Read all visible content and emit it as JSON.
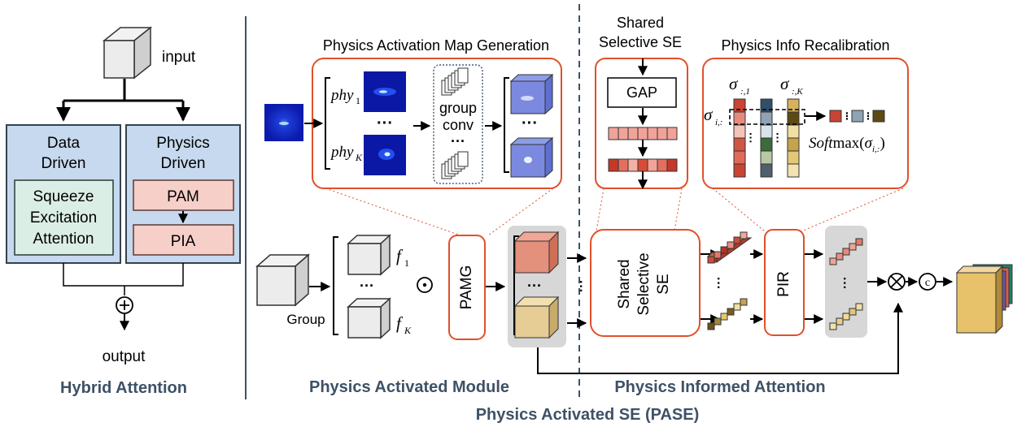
{
  "hybrid": {
    "input_label": "input",
    "data_driven_line1": "Data",
    "data_driven_line2": "Driven",
    "se_line1": "Squeeze",
    "se_line2": "Excitation",
    "se_line3": "Attention",
    "physics_driven_line1": "Physics",
    "physics_driven_line2": "Driven",
    "pam_label": "PAM",
    "pia_label": "PIA",
    "plus_symbol": "⊕",
    "output_label": "output",
    "title": "Hybrid Attention"
  },
  "pam_gen": {
    "title": "Physics Activation Map Generation",
    "phy_1": "phy",
    "phy_1_sub": "1",
    "phy_k": "phy",
    "phy_k_sub": "K",
    "dots": "···",
    "group_conv_line1": "group",
    "group_conv_line2": "conv",
    "conv_dots": "···"
  },
  "module": {
    "group_label": "Group",
    "f1": "f",
    "f1_sub": "1",
    "fk": "f",
    "fk_sub": "K",
    "vdots": "···",
    "odot": "⊙",
    "pamg_label": "PAMG",
    "title": "Physics Activated Module"
  },
  "se": {
    "title_line1": "Shared",
    "title_line2": "Selective SE",
    "gap_label": "GAP",
    "block_line1": "Shared",
    "block_line2": "Selective",
    "block_line3": "SE"
  },
  "pir": {
    "title": "Physics Info Recalibration",
    "sigma1": "σ",
    "sigma1_sub": ":,1",
    "sigmaK": "σ",
    "sigmaK_sub": ":,K",
    "sigma_i": "σ",
    "sigma_i_sub": "i,:",
    "softmax_soft": "Soft",
    "softmax_max": "max(",
    "softmax_sigma": "σ",
    "softmax_sub": "i,:",
    "softmax_close": ")",
    "block_label": "PIR"
  },
  "pia": {
    "title": "Physics Informed Attention",
    "otimes": "⊗",
    "concat": "c"
  },
  "footer": {
    "title": "Physics Activated SE (PASE)"
  },
  "colors": {
    "blue_box": "#c5d9ee",
    "blue_border": "#3b4a5c",
    "teal_box": "#daeee8",
    "pink_box": "#f6cfc8",
    "orange_border": "#e0502a",
    "title_color": "#3e5166",
    "dark_text": "#000000"
  }
}
